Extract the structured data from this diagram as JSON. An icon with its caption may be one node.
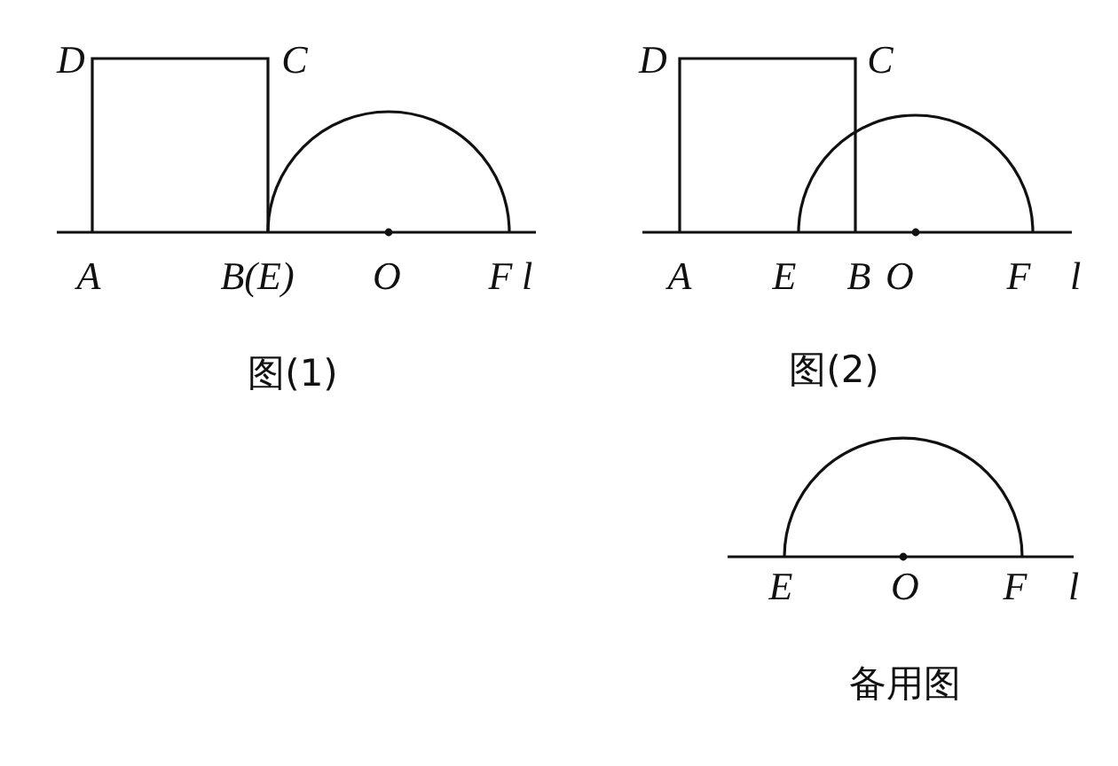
{
  "diagram": {
    "labels": [
      "D",
      "C",
      "A",
      "B(E)",
      "O",
      "F",
      "l",
      "图(1)",
      "D",
      "C",
      "A",
      "E",
      "B",
      "O",
      "F",
      "l",
      "图(2)",
      "E",
      "O",
      "F",
      "l",
      "备用图"
    ]
  }
}
